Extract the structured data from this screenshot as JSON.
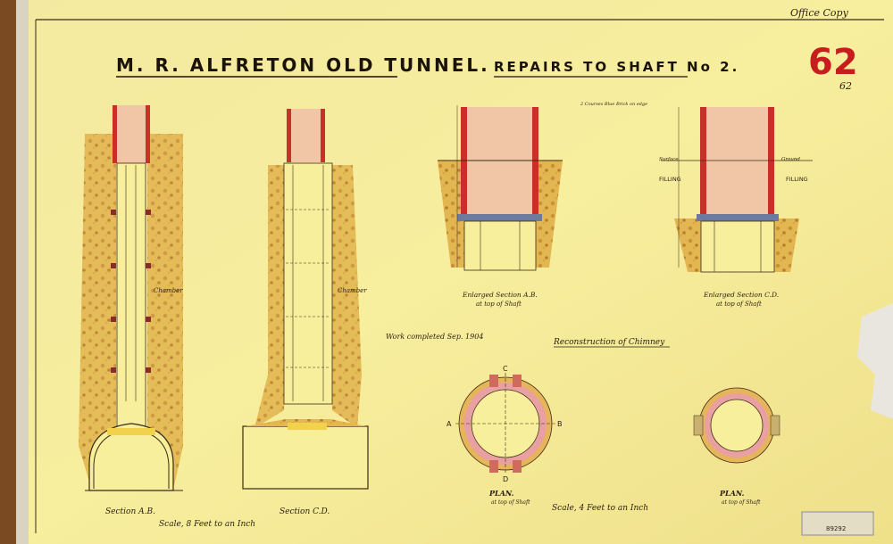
{
  "drawing": {
    "title": "M. R. ALFRETON OLD TUNNEL.",
    "subtitle": "REPAIRS TO SHAFT No 2.",
    "sheet_number": "62",
    "sheet_number_small": "62",
    "office_stamp": "Office Copy",
    "completed_note": "Work completed Sep. 1904",
    "reconstruction_title": "Reconstruction of Chimney",
    "scale_8": "Scale, 8 Feet to an Inch",
    "scale_4": "Scale, 4 Feet to an Inch",
    "section_ab": "Section A.B.",
    "section_cd": "Section C.D.",
    "enlarged_ab_1": "Enlarged Section A.B.",
    "enlarged_ab_2": "at top of Shaft",
    "enlarged_cd_1": "Enlarged Section C.D.",
    "enlarged_cd_2": "at top of Shaft",
    "plan_1_title": "PLAN.",
    "plan_1_sub": "at top of Shaft",
    "plan_2_title": "PLAN.",
    "plan_2_sub": "at top of Shaft",
    "chamber_ab": "Chamber",
    "chamber_cd": "Chamber",
    "filling_left": "FILLING",
    "filling_right": "FILLING",
    "surface_label": "Surface",
    "ground_label": "Ground",
    "courses_note": "2 Courses  Blue Brick on edge",
    "plan_letter_a": "A",
    "plan_letter_b": "B",
    "plan_letter_c": "C",
    "plan_letter_d": "D",
    "ref_number": "89292"
  }
}
